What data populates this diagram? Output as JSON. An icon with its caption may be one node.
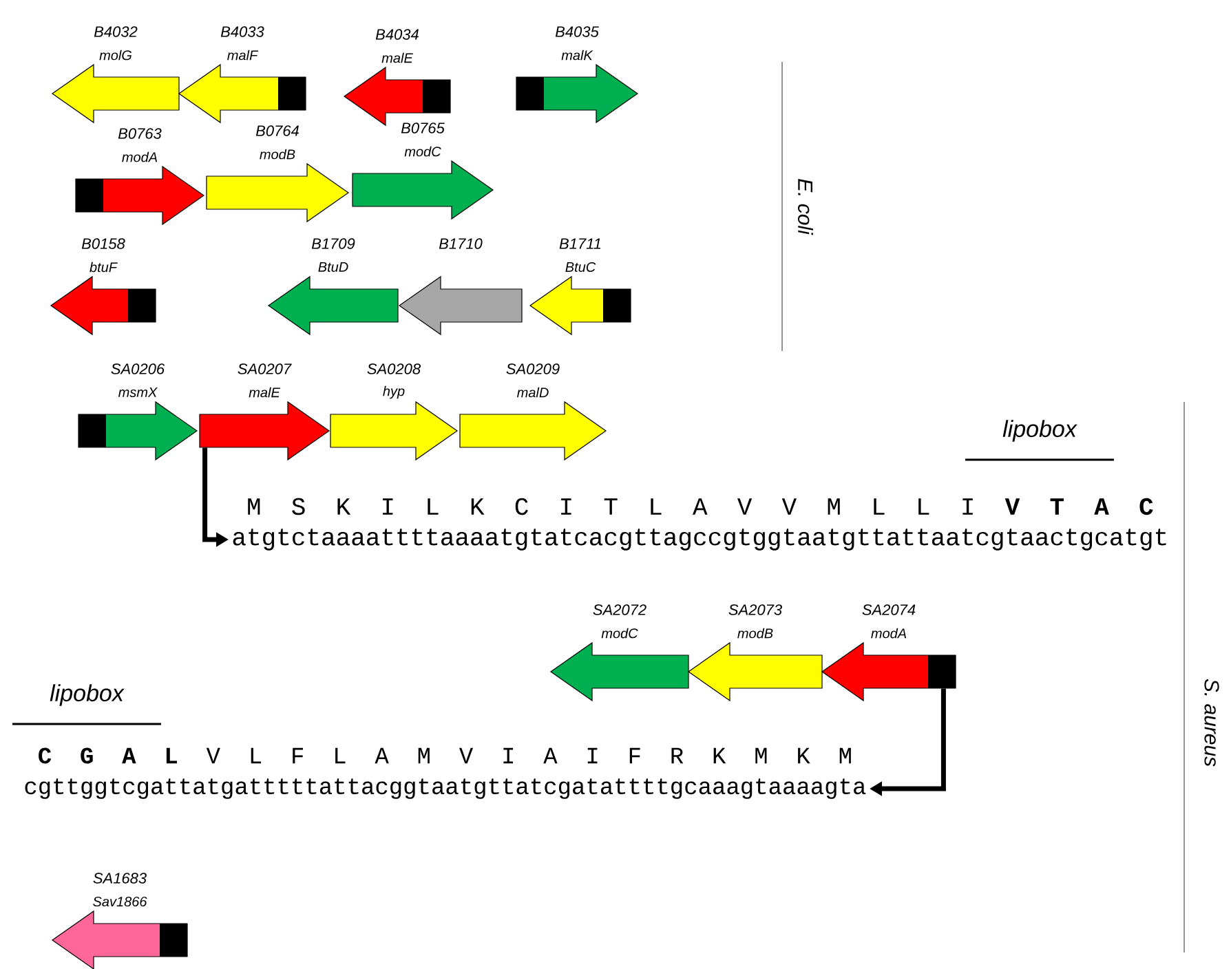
{
  "diagram": {
    "nodes": [
      {
        "text": [
          "B4032",
          "molG"
        ]
      },
      {
        "text": [
          "B4033",
          "malF"
        ]
      },
      {
        "text": [
          "B4034",
          "malE"
        ]
      },
      {
        "text": [
          "B4035",
          "malK"
        ]
      },
      {
        "text": [
          "B0763",
          "modA"
        ]
      },
      {
        "text": [
          "B0764",
          "modB"
        ]
      },
      {
        "text": [
          "B0765",
          "modC"
        ]
      },
      {
        "text": [
          "B0158",
          "btuF"
        ]
      },
      {
        "text": [
          "B1709",
          "BtuD"
        ]
      },
      {
        "text": [
          "B1710"
        ]
      },
      {
        "text": [
          "B1711",
          "BtuC"
        ]
      },
      {
        "text": [
          "SA0206",
          "msmX"
        ]
      },
      {
        "text": [
          "SA0207",
          "malE"
        ]
      },
      {
        "text": [
          "SA0208",
          "hyp"
        ]
      },
      {
        "text": [
          "SA0209",
          "malD"
        ]
      },
      {
        "text": [
          "atgtctaaaattttaaaatgtatcacgttagccgtggtaatgttattaatcgtaactgcatgt"
        ]
      },
      {
        "text": [
          "SA2072",
          "modC"
        ]
      },
      {
        "text": [
          "SA2073",
          "modB"
        ]
      },
      {
        "text": [
          "SA2074",
          "modA"
        ]
      },
      {
        "text": [
          "cgttggtcgattatgatttttattacggtaatgttatcgatattttgcaaagtaaaagta"
        ]
      },
      {
        "text": [
          "SA1683",
          "Sav1866"
        ]
      }
    ],
    "edges": [
      {
        "from": 12,
        "to": 15,
        "arrow": "to"
      },
      {
        "from": 18,
        "to": 19,
        "arrow": "to"
      }
    ],
    "labels": [
      "E. coli",
      "lipobox",
      "M S K I L K C I T L A V V M L L I **V T A C**",
      "lipobox",
      "S. aureus",
      "**C G A L** V L F L A M V I A I F R K M K M"
    ]
  }
}
